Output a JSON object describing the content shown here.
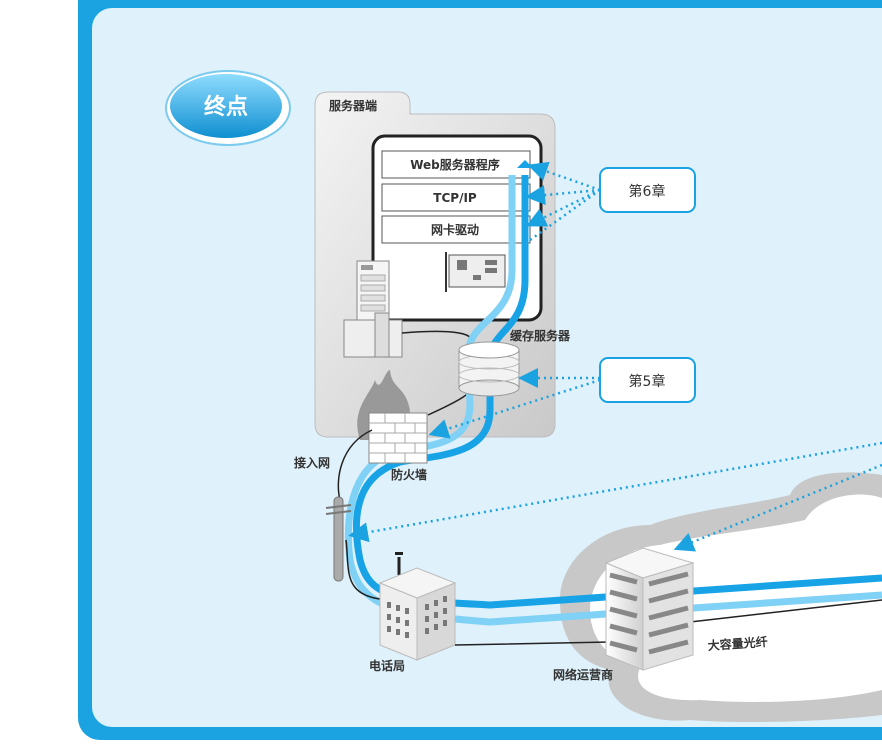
{
  "colors": {
    "frame": "#1aa3e0",
    "panel": "#dff1fb",
    "route_dark": "#17a3e6",
    "route_light": "#7fd1f5"
  },
  "badge": {
    "label": "终点"
  },
  "server_side": {
    "title": "服务器端",
    "layers": [
      "Web服务器程序",
      "TCP/IP",
      "网卡驱动"
    ],
    "cache_server": "缓存服务器",
    "firewall": "防火墙"
  },
  "network": {
    "access_network": "接入网",
    "phone_office": "电话局",
    "isp": "网络运营商",
    "fiber": "大容量光纤"
  },
  "chapters": {
    "ch6": "第6章",
    "ch5": "第5章"
  }
}
